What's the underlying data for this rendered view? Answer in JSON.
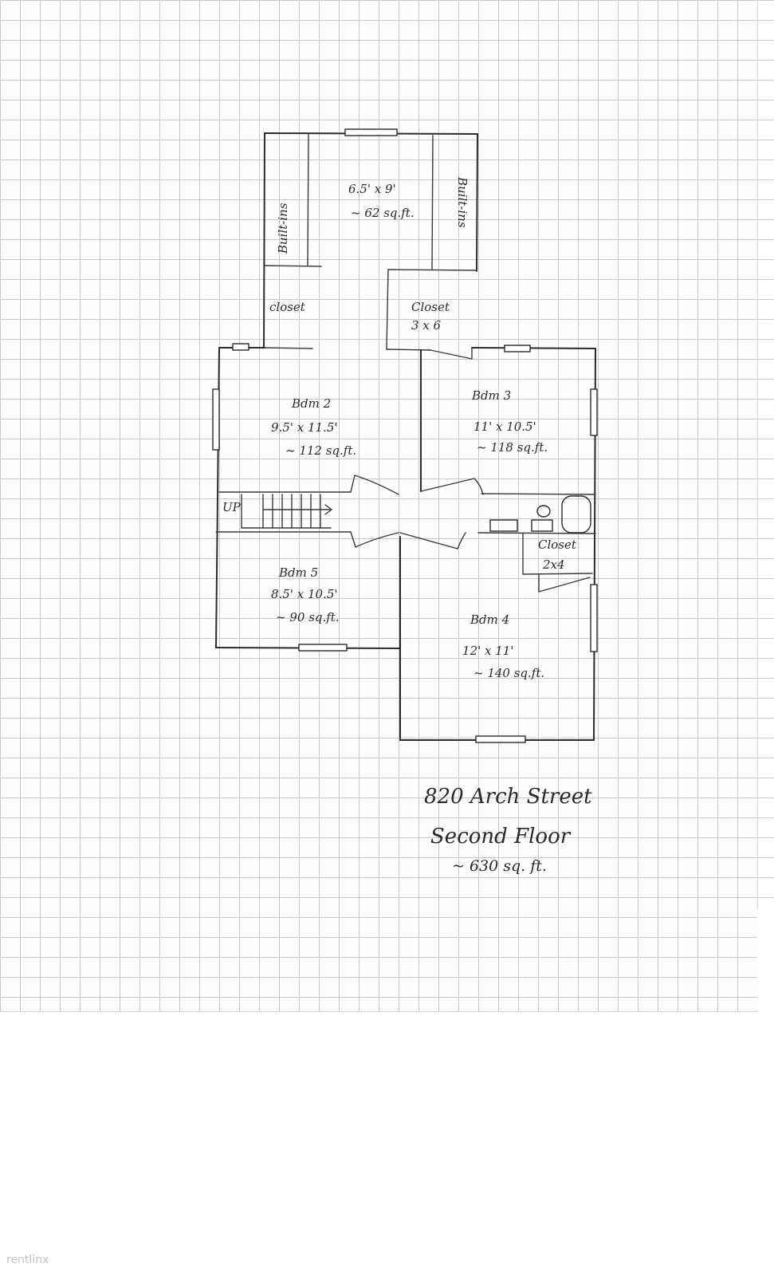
{
  "rooms": {
    "top_room": {
      "dims": "6.5' x 9'",
      "area": "~ 62 sq.ft."
    },
    "builtins_left": "Built-ins",
    "builtins_right": "Built-ins",
    "closet_left": "closet",
    "closet_center": {
      "label": "Closet",
      "dims": "3 x 6"
    },
    "bdrm2": {
      "name": "Bdm 2",
      "dims": "9.5' x 11.5'",
      "area": "~ 112 sq.ft."
    },
    "bdrm3": {
      "name": "Bdm 3",
      "dims": "11' x 10.5'",
      "area": "~ 118 sq.ft."
    },
    "stairs": {
      "label": "UP"
    },
    "closet_bath": {
      "label": "Closet",
      "dims": "2x4"
    },
    "bdrm5": {
      "name": "Bdm 5",
      "dims": "8.5' x 10.5'",
      "area": "~ 90 sq.ft."
    },
    "bdrm4": {
      "name": "Bdm 4",
      "dims": "12' x 11'",
      "area": "~ 140 sq.ft."
    }
  },
  "caption": {
    "address": "820 Arch Street",
    "floor": "Second Floor",
    "total_area": "~ 630 sq. ft."
  },
  "watermark": "rentlinx"
}
